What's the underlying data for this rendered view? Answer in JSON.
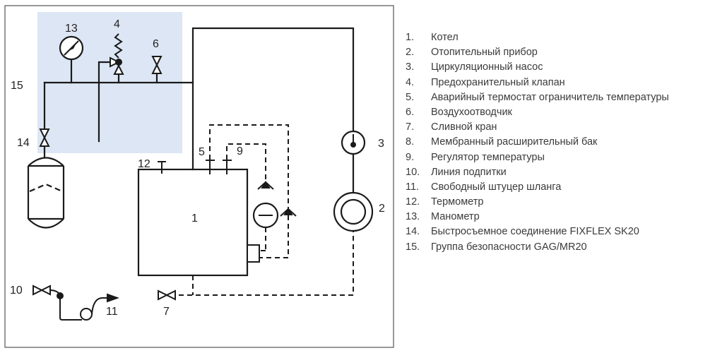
{
  "diagram": {
    "labels": {
      "boiler": "1",
      "radiator": "2",
      "pump": "3",
      "safety_valve": "4",
      "limit_thermostat": "5",
      "air_vent": "6",
      "drain_valve": "7",
      "temp_regulator": "9",
      "fill_line": "10",
      "hose_fitting": "11",
      "thermometer": "12",
      "manometer": "13",
      "quick_connect": "14",
      "safety_group": "15"
    },
    "colors": {
      "line": "#1a1a1a",
      "safety_group_fill": "#dce6f4",
      "frame": "#555555"
    }
  },
  "legend": [
    {
      "num": "1.",
      "text": "Котел"
    },
    {
      "num": "2.",
      "text": "Отопительный прибор"
    },
    {
      "num": "3.",
      "text": "Циркуляционный насос"
    },
    {
      "num": "4.",
      "text": "Предохранительный клапан"
    },
    {
      "num": "5.",
      "text": "Аварийный термостат ограничитель температуры"
    },
    {
      "num": "6.",
      "text": "Воздухоотводчик"
    },
    {
      "num": "7.",
      "text": "Сливной кран"
    },
    {
      "num": "8.",
      "text": "Мембранный расширительный бак"
    },
    {
      "num": "9.",
      "text": "Регулятор температуры"
    },
    {
      "num": "10.",
      "text": "Линия подпитки"
    },
    {
      "num": "11.",
      "text": "Свободный штуцер шланга"
    },
    {
      "num": "12.",
      "text": "Термометр"
    },
    {
      "num": "13.",
      "text": "Манометр"
    },
    {
      "num": "14.",
      "text": "Быстросъемное соединение FIXFLEX SK20"
    },
    {
      "num": "15.",
      "text": "Группа безопасности GAG/MR20"
    }
  ]
}
